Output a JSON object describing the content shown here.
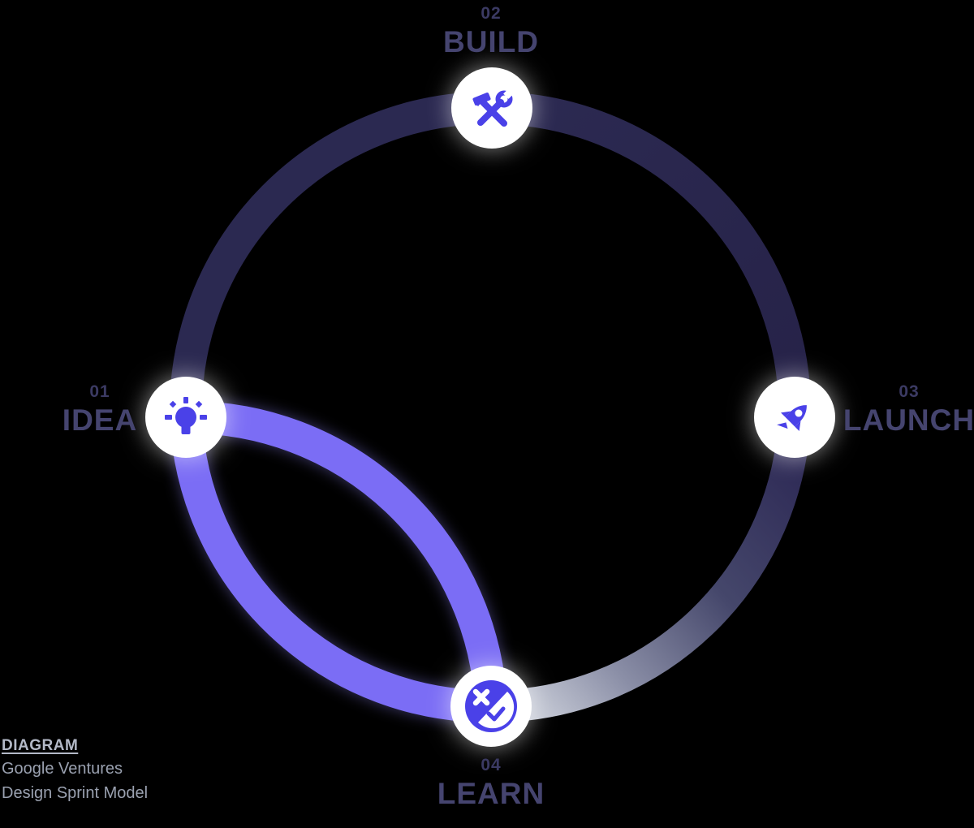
{
  "diagram": {
    "kind": "cycle-diagram",
    "caption": {
      "heading": "DIAGRAM",
      "line1": "Google Ventures",
      "line2": "Design Sprint Model"
    },
    "steps": [
      {
        "number": "01",
        "label": "IDEA",
        "icon": "lightbulb-icon"
      },
      {
        "number": "02",
        "label": "BUILD",
        "icon": "tools-icon"
      },
      {
        "number": "03",
        "label": "LAUNCH",
        "icon": "rocket-icon"
      },
      {
        "number": "04",
        "label": "LEARN",
        "icon": "test-result-icon"
      }
    ],
    "shortcut_loop": "IDEA to LEARN sprint shortcut",
    "colors": {
      "background": "#000000",
      "ring_dark": "#2b2951",
      "ring_dark_end": "#262248",
      "ring_fade_light": "#c9cdd8",
      "sprint_loop_purple": "#7b6df5",
      "icon_blue": "#4a41e8",
      "node_fill": "#ffffff",
      "label_text": "#45446f",
      "number_text": "#3b3a63",
      "caption_heading": "#b3b9c7",
      "caption_text": "#9aa1b0"
    }
  }
}
